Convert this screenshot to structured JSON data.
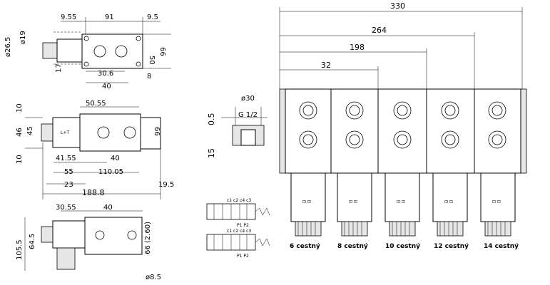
{
  "top_view": {
    "dims": [
      "9.55",
      "91",
      "9.5",
      "ø26.5",
      "ø19",
      "17",
      "50",
      "66",
      "30.6",
      "40",
      "8"
    ]
  },
  "front_view": {
    "dims": [
      "50.55",
      "46",
      "45",
      "10",
      "10",
      "41.55",
      "40",
      "55",
      "110.05",
      "23",
      "188.8",
      "19.5",
      "66"
    ]
  },
  "side_view": {
    "dims": [
      "30.55",
      "40",
      "105.5",
      "64.5",
      "66 (2.60)",
      "ø8.5"
    ]
  },
  "port_detail": {
    "dims": [
      "ø30",
      "G 1/2",
      "0.5",
      "15"
    ]
  },
  "assembly": {
    "dims": [
      "330",
      "264",
      "198",
      "32"
    ]
  },
  "valves": [
    {
      "label": "6 cestný"
    },
    {
      "label": "8 cestný"
    },
    {
      "label": "10 cestný"
    },
    {
      "label": "12 cestný"
    },
    {
      "label": "14 cestný"
    }
  ],
  "schematic": {
    "top_ports": "c1 c2 c4 c3",
    "bottom_ports": "P1  P2"
  }
}
